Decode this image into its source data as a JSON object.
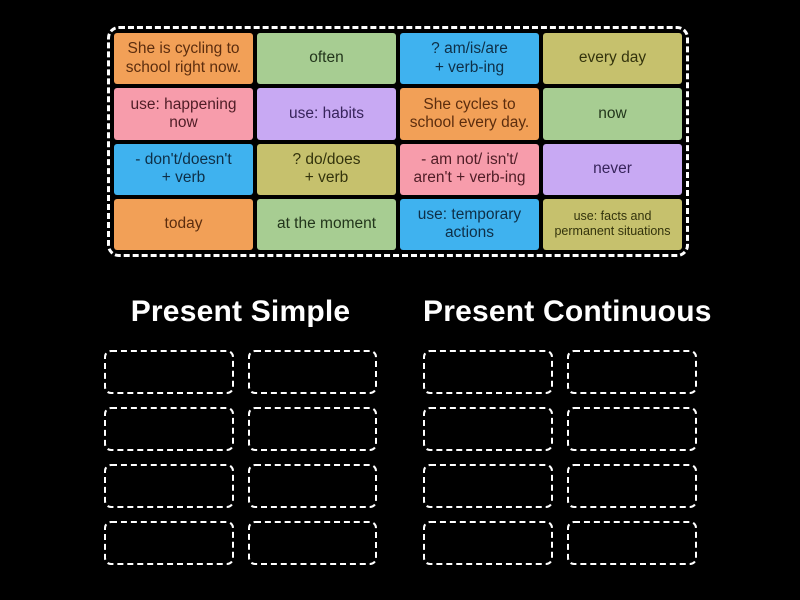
{
  "app": {
    "background_color": "#000000",
    "activity_type": "group-sort"
  },
  "palette": {
    "orange": {
      "bg": "#F2A057",
      "fg": "#5C2D0E"
    },
    "green": {
      "bg": "#A7CD92",
      "fg": "#22351B"
    },
    "blue": {
      "bg": "#3FB2EF",
      "fg": "#0E2F47"
    },
    "olive": {
      "bg": "#C6C16D",
      "fg": "#33330C"
    },
    "pink": {
      "bg": "#F79CAB",
      "fg": "#4F1D26"
    },
    "purple": {
      "bg": "#C8A9F3",
      "fg": "#37245B"
    }
  },
  "board": {
    "tiles": [
      {
        "text": "She is cycling to school right now.",
        "color": "orange",
        "small": false
      },
      {
        "text": "often",
        "color": "green",
        "small": false
      },
      {
        "text": "? am/is/are\n+ verb-ing",
        "color": "blue",
        "small": false
      },
      {
        "text": "every day",
        "color": "olive",
        "small": false
      },
      {
        "text": "use: happening now",
        "color": "pink",
        "small": false
      },
      {
        "text": "use: habits",
        "color": "purple",
        "small": false
      },
      {
        "text": "She cycles to school every day.",
        "color": "orange",
        "small": false
      },
      {
        "text": "now",
        "color": "green",
        "small": false
      },
      {
        "text": "- don't/doesn't\n+ verb",
        "color": "blue",
        "small": false
      },
      {
        "text": "? do/does\n+ verb",
        "color": "olive",
        "small": false
      },
      {
        "text": "- am not/ isn't/ aren't + verb-ing",
        "color": "pink",
        "small": false
      },
      {
        "text": "never",
        "color": "purple",
        "small": false
      },
      {
        "text": "today",
        "color": "orange",
        "small": false
      },
      {
        "text": "at the moment",
        "color": "green",
        "small": false
      },
      {
        "text": "use: temporary actions",
        "color": "blue",
        "small": false
      },
      {
        "text": "use: facts and permanent situations",
        "color": "olive",
        "small": true
      }
    ]
  },
  "groups": [
    {
      "label": "Present Simple",
      "slot_count": 8
    },
    {
      "label": "Present Continuous",
      "slot_count": 8
    }
  ]
}
